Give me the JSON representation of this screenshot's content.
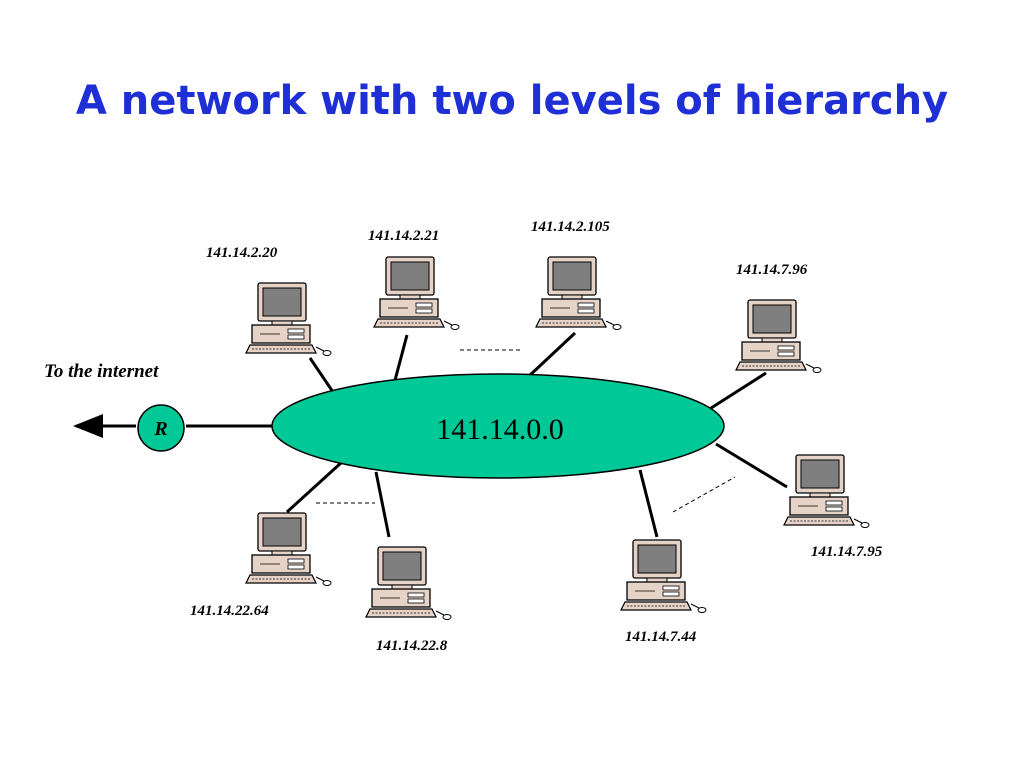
{
  "title": "A network with two levels of hierarchy",
  "internet_label": "To the internet",
  "router_label": "R",
  "network_label": "141.14.0.0",
  "colors": {
    "title": "#1f2fd6",
    "network_fill": "#00c896",
    "router_fill": "#00c896",
    "computer_body": "#e6d3c8"
  },
  "hosts": [
    {
      "id": "h1",
      "ip": "141.14.2.20"
    },
    {
      "id": "h2",
      "ip": "141.14.2.21"
    },
    {
      "id": "h3",
      "ip": "141.14.2.105"
    },
    {
      "id": "h4",
      "ip": "141.14.7.96"
    },
    {
      "id": "h5",
      "ip": "141.14.7.95"
    },
    {
      "id": "h6",
      "ip": "141.14.7.44"
    },
    {
      "id": "h7",
      "ip": "141.14.22.64"
    },
    {
      "id": "h8",
      "ip": "141.14.22.8"
    }
  ]
}
